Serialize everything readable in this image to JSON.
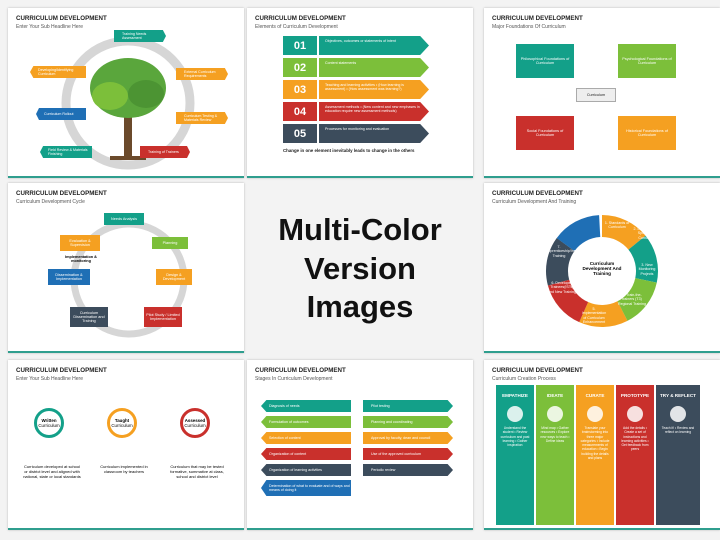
{
  "center": {
    "line1": "Multi-Color",
    "line2": "Version Images"
  },
  "slides": [
    {
      "title": "CURRICULUM DEVELOPMENT",
      "subtitle": "Enter Your Sub Headline Here",
      "labels": [
        "Training Needs Assessment",
        "External Curriculum Requirements",
        "Curriculum Testing & Materials Review",
        "Training of Trainers",
        "Field Review & Materials Finishing",
        "Curriculum Rollout",
        "Developing/Identifying Curriculum"
      ]
    },
    {
      "title": "CURRICULUM DEVELOPMENT",
      "subtitle": "Elements of Curriculum Development",
      "rows": [
        {
          "num": "01",
          "text": "Objectives, outcomes or statements of intent",
          "color": "#13a089"
        },
        {
          "num": "02",
          "text": "Content statements",
          "color": "#7cbf3a"
        },
        {
          "num": "03",
          "text": "Teaching and learning activities • (How learning is assessment) • (How assessment was learning?)",
          "color": "#f5a021"
        },
        {
          "num": "04",
          "text": "Assessment methods • (New content and new emphases in education require new assessment methods)",
          "color": "#c9302c"
        },
        {
          "num": "05",
          "text": "Processes for monitoring and evaluation",
          "color": "#3c4c5c"
        }
      ],
      "footer": "Change in one element inevitably leads to change in the others"
    },
    {
      "title": "CURRICULUM DEVELOPMENT",
      "subtitle": "Major Foundations Of Curriculum",
      "boxes": [
        "Philosophical Foundations of Curriculum",
        "Psychological Foundations of Curriculum",
        "Social Foundations of Curriculum",
        "Historical Foundations of Curriculum"
      ],
      "center": "Curriculum"
    },
    {
      "title": "CURRICULUM DEVELOPMENT",
      "subtitle": "Curriculum Development Cycle",
      "steps": [
        "Needs Analysis",
        "Planning",
        "Design & Development",
        "Pilot Study / Limited Implementation",
        "Curriculum Dissemination and Training",
        "Dissemination & Implementation",
        "Evaluation & Supervision"
      ],
      "center": "Implementation & monitoring"
    },
    {
      "title": "CURRICULUM DEVELOPMENT",
      "subtitle": "Curriculum Development And Training",
      "center": "Curriculum Development And Training",
      "segs": [
        "1. Standards of Curriculum",
        "2. LPC, LPC and Specialized Curriculum",
        "3. New Monitoring Projects",
        "4. Train-the-trainers (T3) Regional Training",
        "5. Implementation of Curriculum Enhancement",
        "6. Developed Trainees(ISTs) and New Training",
        "7. Apprenticeship/Instructional Training"
      ]
    },
    {
      "title": "CURRICULUM DEVELOPMENT",
      "subtitle": "Enter Your Sub Headline Here",
      "items": [
        {
          "name": "Written",
          "sub": "Curriculum",
          "desc": "Curriculum developed at school or district level and aligned with national, state or local standards"
        },
        {
          "name": "Taught",
          "sub": "Curriculum",
          "desc": "Curriculum implemented in classroom by teachers"
        },
        {
          "name": "Assessed",
          "sub": "Curriculum",
          "desc": "Curriculum that may be tested formative, summative at class, school and district level"
        }
      ]
    },
    {
      "title": "CURRICULUM DEVELOPMENT",
      "subtitle": "Stages In Curriculum Development",
      "left": [
        "Diagnosis of needs",
        "Formulation of outcomes",
        "Selection of content",
        "Organization of content",
        "Organization of learning activities",
        "Determination of what to evaluate and of ways and means of doing it"
      ],
      "right": [
        "Pilot testing",
        "Planning and coordinating",
        "Approval by faculty, dean and council",
        "Use of the approved curriculum",
        "Periodic review"
      ]
    },
    {
      "title": "CURRICULUM DEVELOPMENT",
      "subtitle": "Curriculum Creation Process",
      "cols": [
        {
          "h": "EMPATHIZE",
          "t": "Understand the student • Review curriculum and past learning • Gather inspiration"
        },
        {
          "h": "IDEATE",
          "t": "Mind map • Gather resources • Explore new ways to teach • Define ideas"
        },
        {
          "h": "CURATE",
          "t": "Translate your brainstorming into three major categories • Include measurements of education • Begin building the details and plans"
        },
        {
          "h": "PROTOTYPE",
          "t": "Add the details • Create a set of instructions and learning activities • Get feedback from peers"
        },
        {
          "h": "TRY & REFLECT",
          "t": "Teach it! • Review and reflect on learning"
        }
      ]
    }
  ]
}
